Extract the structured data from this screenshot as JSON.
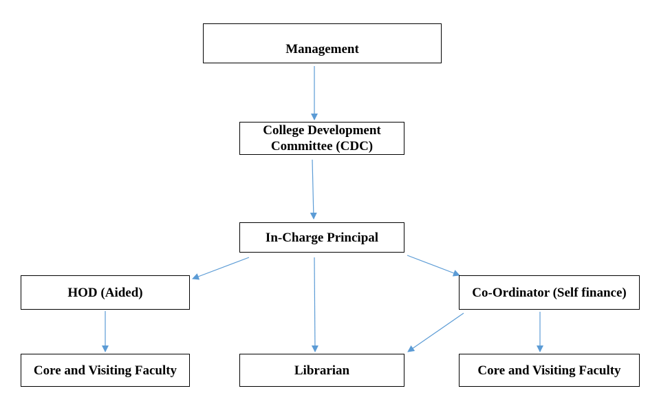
{
  "diagram": {
    "line_color": "#5b9bd5",
    "border_color": "#000000",
    "nodes": {
      "management": "Management",
      "cdc": "College Development Committee (CDC)",
      "principal": "In-Charge Principal",
      "hod": "HOD (Aided)",
      "coordinator": "Co-Ordinator (Self finance)",
      "faculty_left": "Core and Visiting Faculty",
      "librarian": "Librarian",
      "faculty_right": "Core and Visiting Faculty"
    },
    "edges": [
      {
        "from": "management",
        "to": "cdc"
      },
      {
        "from": "cdc",
        "to": "principal"
      },
      {
        "from": "principal",
        "to": "hod"
      },
      {
        "from": "principal",
        "to": "librarian"
      },
      {
        "from": "principal",
        "to": "coordinator"
      },
      {
        "from": "hod",
        "to": "faculty_left"
      },
      {
        "from": "coordinator",
        "to": "librarian"
      },
      {
        "from": "coordinator",
        "to": "faculty_right"
      }
    ]
  }
}
